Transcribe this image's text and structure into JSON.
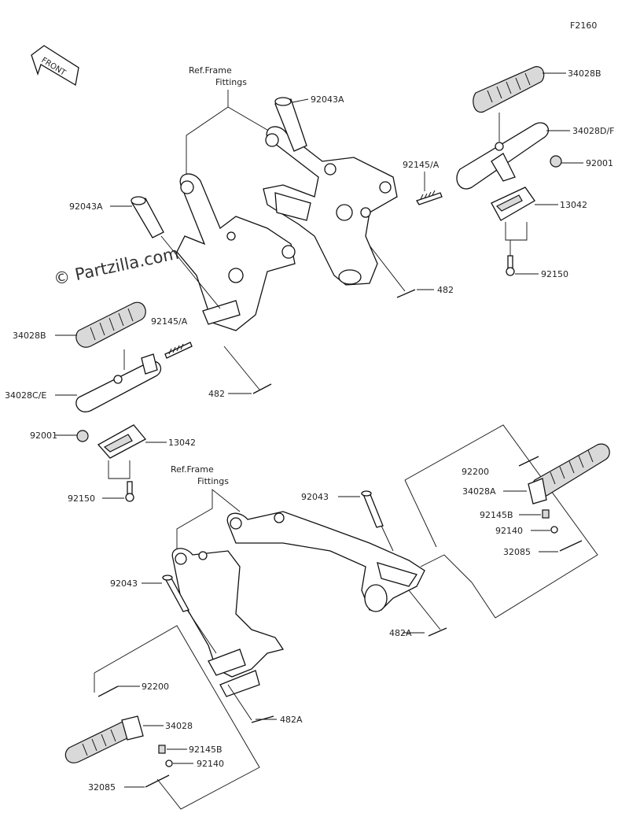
{
  "diagram_code": "F2160",
  "front_label": "FRONT",
  "watermark": "© Partzilla.com",
  "ref_upper": [
    "Ref.Frame",
    "Fittings"
  ],
  "ref_lower": [
    "Ref.Frame",
    "Fittings"
  ],
  "labels": {
    "p92043A_top": "92043A",
    "p34028B_tr": "34028B",
    "p34028D": "34028D/F",
    "p92145A_r": "92145/A",
    "p92001_r": "92001",
    "p92043A_left": "92043A",
    "p13042_r": "13042",
    "p92150_r": "92150",
    "p482_r": "482",
    "p34028B_l": "34028B",
    "p92145A_l": "92145/A",
    "p34028C": "34028C/E",
    "p482_l": "482",
    "p92001_l": "92001",
    "p13042_l": "13042",
    "p92150_l": "92150",
    "p92200_r": "92200",
    "p92043_mid": "92043",
    "p34028A": "34028A",
    "p92145B_r": "92145B",
    "p92140_r": "92140",
    "p32085_r": "32085",
    "p92043_left": "92043",
    "p482A_r": "482A",
    "p92200_l": "92200",
    "p34028": "34028",
    "p482A_l": "482A",
    "p92145B_l": "92145B",
    "p92140_l": "92140",
    "p32085_l": "32085"
  }
}
